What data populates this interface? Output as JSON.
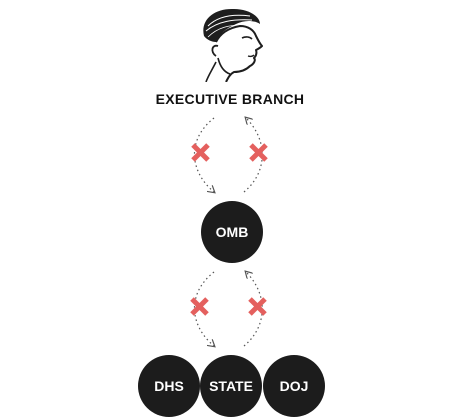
{
  "title": "EXECUTIVE BRANCH",
  "portrait_icon": "trump-caricature-icon",
  "colors": {
    "node_fill": "#1c1c1c",
    "node_text": "#ffffff",
    "blocked": "#e4605e",
    "connector": "#555555"
  },
  "nodes": {
    "omb": "OMB",
    "dhs": "DHS",
    "state": "STATE",
    "doj": "DOJ"
  },
  "links": [
    {
      "from": "EXECUTIVE BRANCH",
      "to": "OMB",
      "status": "blocked"
    },
    {
      "from": "OMB",
      "to": "EXECUTIVE BRANCH",
      "status": "blocked"
    },
    {
      "from": "OMB",
      "to": "STATE",
      "status": "blocked"
    },
    {
      "from": "STATE",
      "to": "OMB",
      "status": "blocked"
    }
  ]
}
